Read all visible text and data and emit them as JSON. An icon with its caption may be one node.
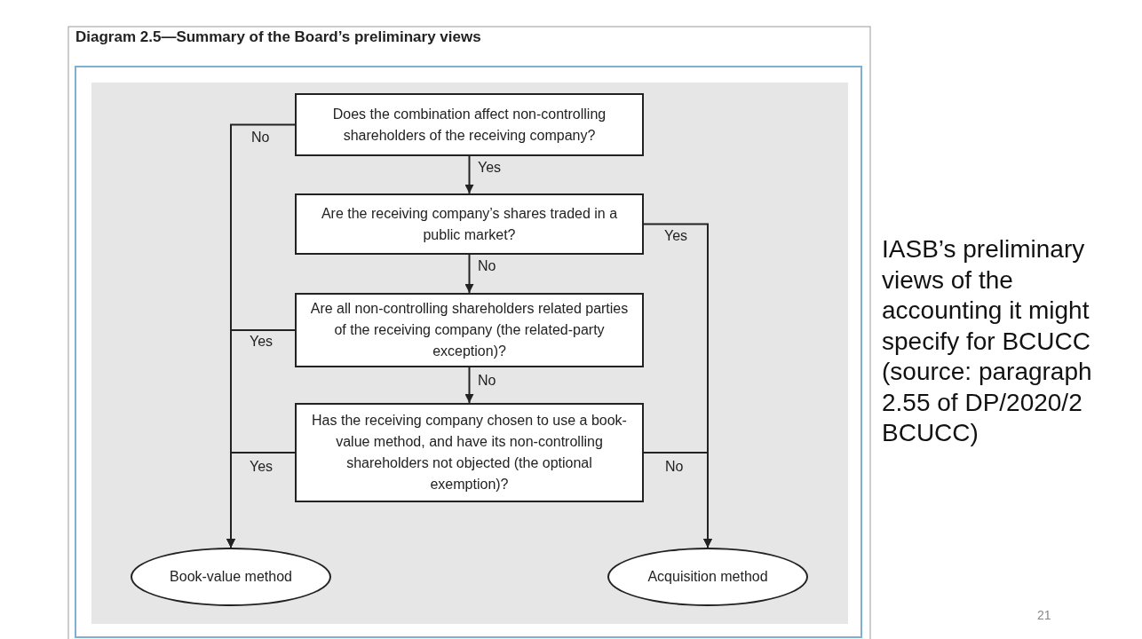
{
  "diagram": {
    "title": "Diagram 2.5—Summary of the Board’s preliminary views",
    "nodes": [
      {
        "text": [
          "Does the combination affect non-controlling shareholders of the receiving company?"
        ]
      },
      {
        "text": [
          "Are the receiving company’s shares traded in a public market?"
        ]
      },
      {
        "text": [
          "Are all non-controlling shareholders related parties of the receiving company (the related-party exception)?"
        ]
      },
      {
        "text": [
          "Has the receiving company chosen to use a book-value method, and have its non-controlling shareholders not objected (the optional exemption)?"
        ]
      },
      {
        "text": [
          "Book-value method"
        ]
      },
      {
        "text": [
          "Acquisition method"
        ]
      }
    ],
    "edges": [
      {
        "from": 0,
        "to": 1,
        "arrow": "to",
        "label": "Yes"
      },
      {
        "from": 1,
        "to": 2,
        "arrow": "to",
        "label": "No"
      },
      {
        "from": 2,
        "to": 3,
        "arrow": "to",
        "label": "No"
      },
      {
        "from": 0,
        "to": 4,
        "arrow": "to",
        "label": "No"
      },
      {
        "from": 2,
        "to": 4,
        "arrow": "to",
        "label": "Yes"
      },
      {
        "from": 3,
        "to": 4,
        "arrow": "to",
        "label": "Yes"
      },
      {
        "from": 1,
        "to": 5,
        "arrow": "to",
        "label": "Yes"
      },
      {
        "from": 3,
        "to": 5,
        "arrow": "to",
        "label": "No"
      }
    ],
    "labels": [
      "IASB’s preliminary views of the accounting it might specify for BCUCC (source: paragraph 2.55 of DP/2020/2 BCUCC)",
      "21"
    ]
  }
}
